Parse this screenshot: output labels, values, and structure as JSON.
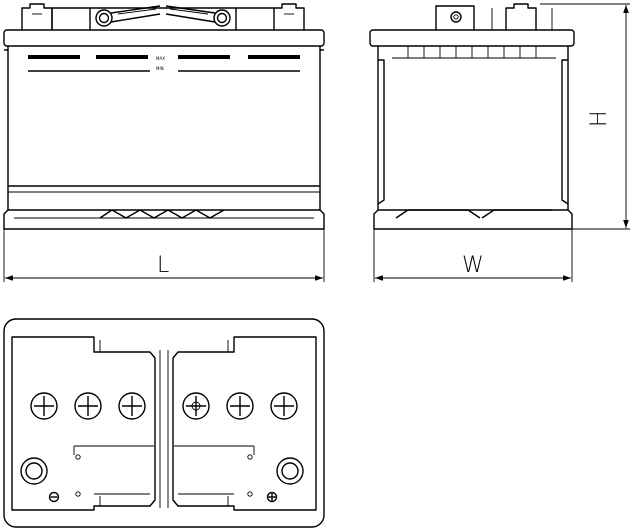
{
  "dimensions": {
    "length_label": "L",
    "width_label": "W",
    "height_label": "H"
  },
  "front_view": {
    "level_marks": [
      "MAX",
      "MIN"
    ]
  },
  "top_view": {
    "terminal_markings": {
      "negative": "−",
      "positive": "+"
    }
  }
}
